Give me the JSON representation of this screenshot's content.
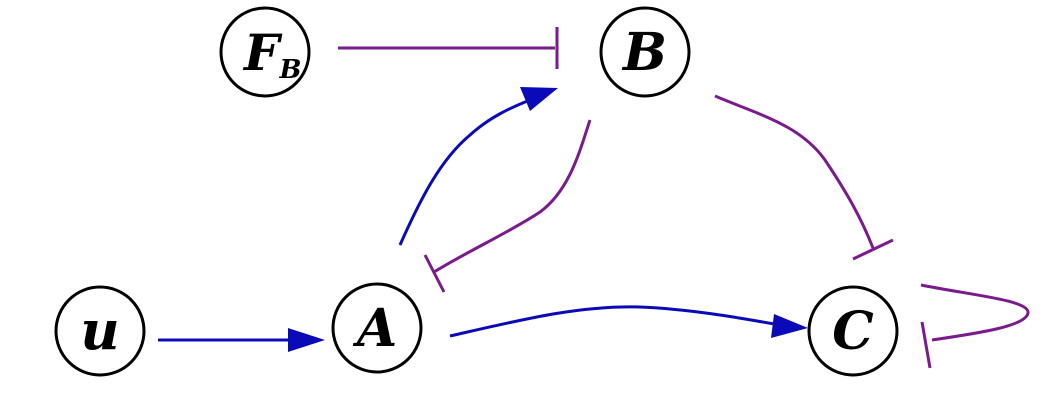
{
  "nodes": {
    "u": {
      "label": "u"
    },
    "A": {
      "label": "A"
    },
    "B": {
      "label": "B"
    },
    "C": {
      "label": "C"
    },
    "FB": {
      "label": "F",
      "subscript": "B"
    }
  },
  "edges": [
    {
      "from": "FB",
      "to": "B",
      "type": "inhibition"
    },
    {
      "from": "u",
      "to": "A",
      "type": "activation"
    },
    {
      "from": "A",
      "to": "B",
      "type": "activation"
    },
    {
      "from": "B",
      "to": "A",
      "type": "inhibition"
    },
    {
      "from": "B",
      "to": "C",
      "type": "inhibition"
    },
    {
      "from": "A",
      "to": "C",
      "type": "activation"
    },
    {
      "from": "C",
      "to": "C",
      "type": "inhibition"
    }
  ],
  "colors": {
    "activation": "#0a0ab8",
    "inhibition": "#7a1a8c",
    "node_stroke": "#000000"
  }
}
